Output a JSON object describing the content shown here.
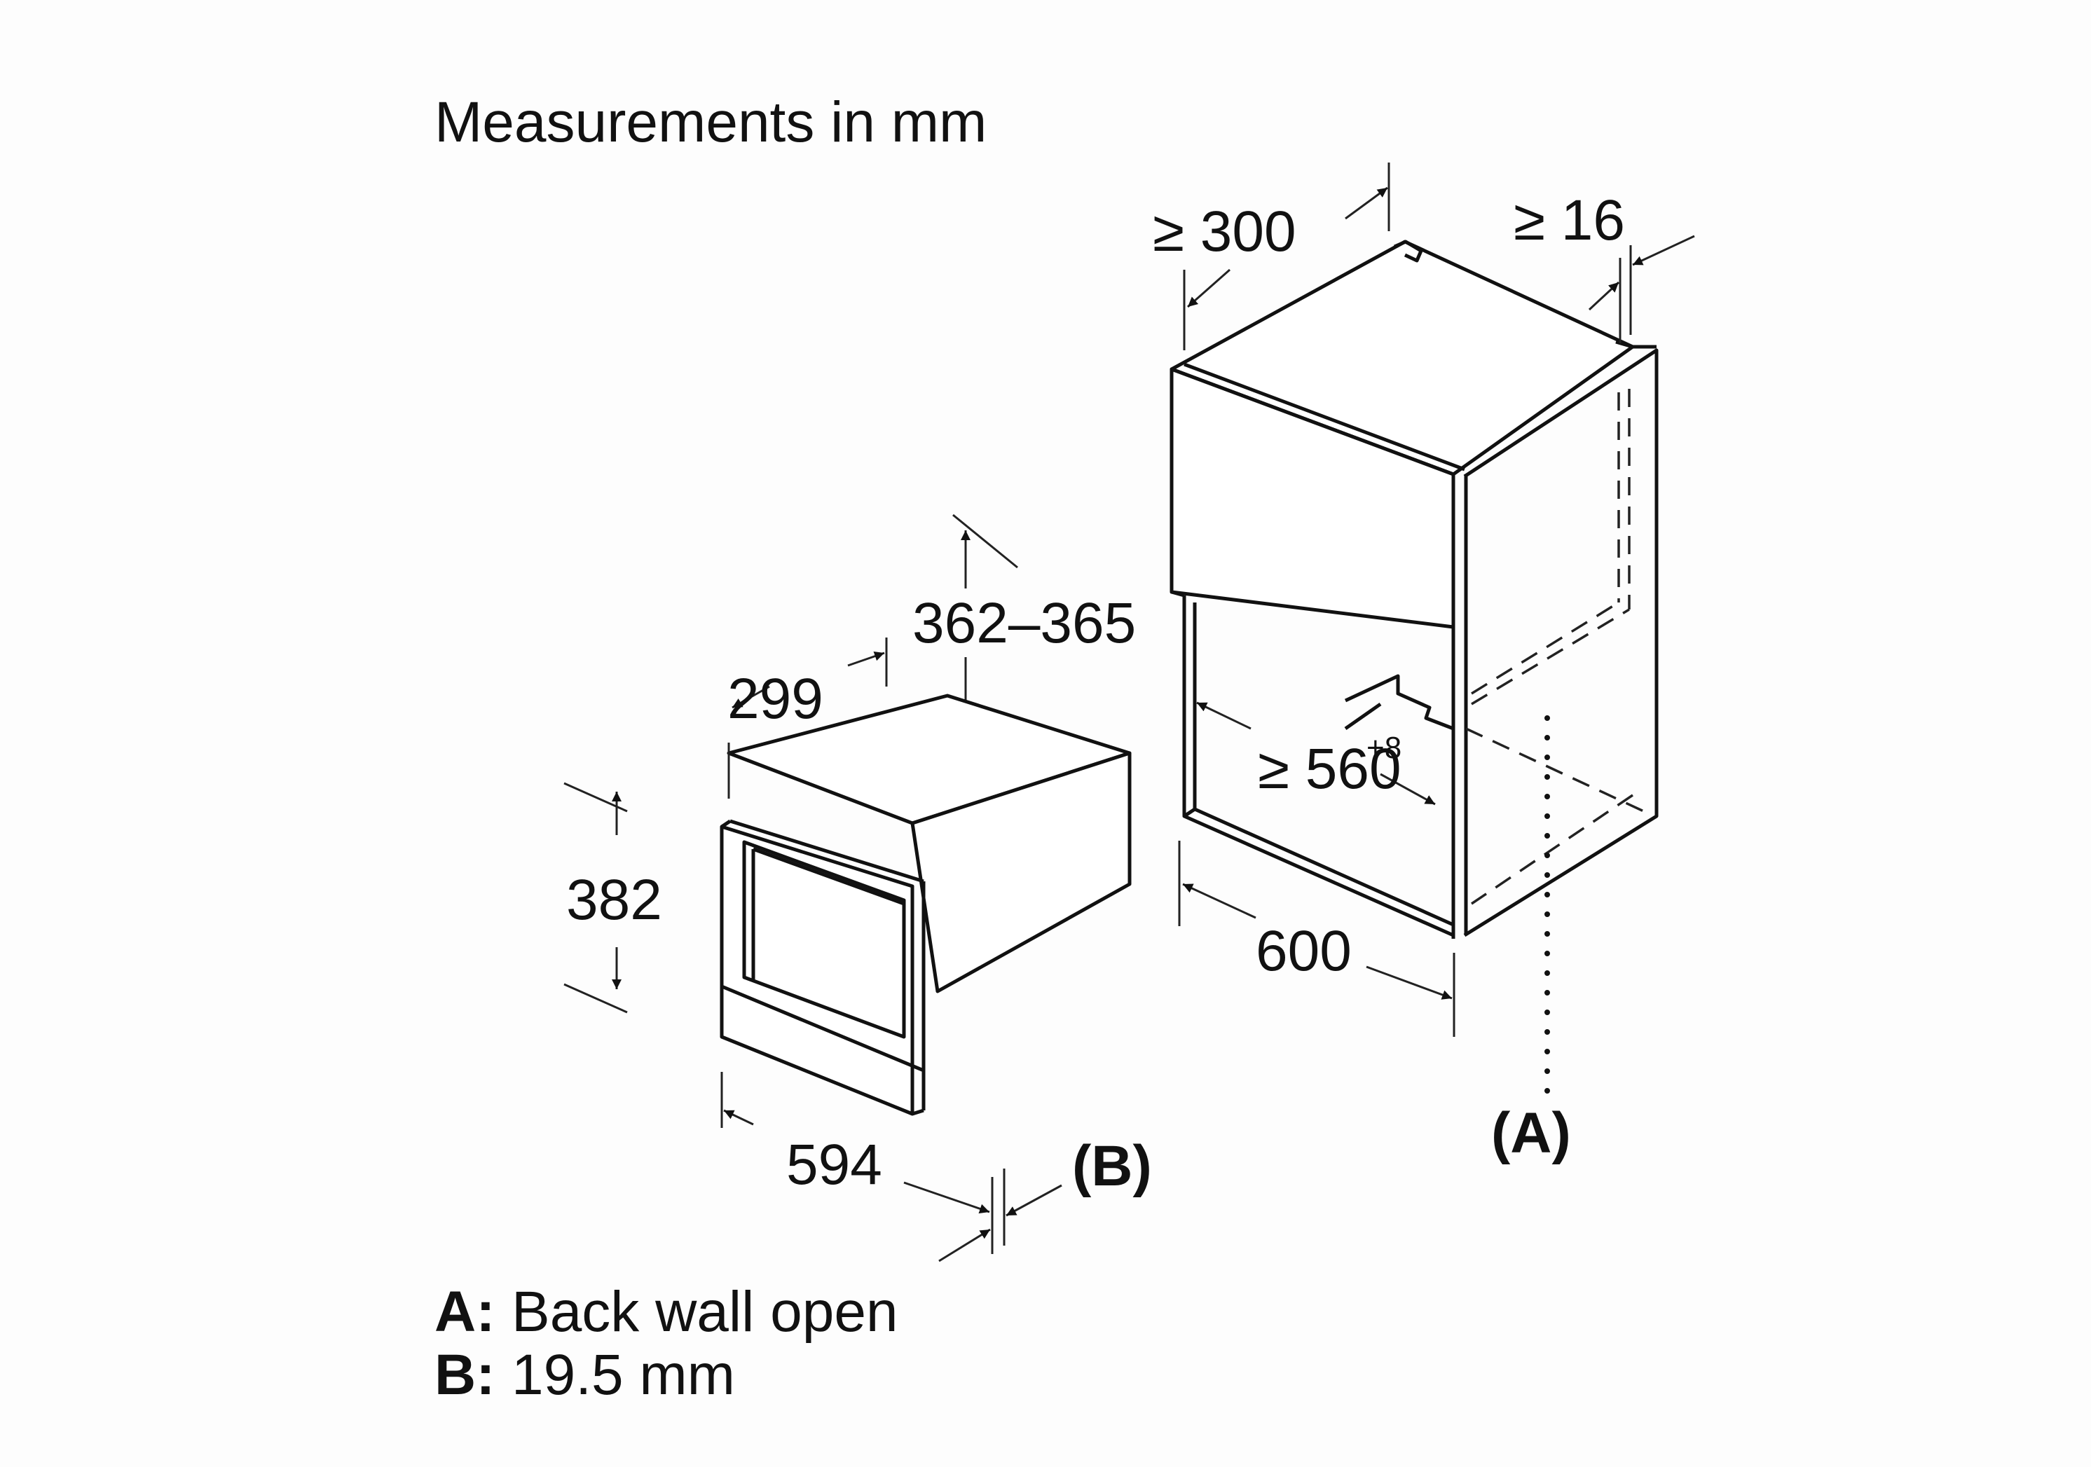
{
  "title": "Measurements in mm",
  "appliance": {
    "dimensions": {
      "depth": "299",
      "height": "382",
      "width": "594"
    },
    "callout_b": "(B)"
  },
  "niche": {
    "dimensions": {
      "rear_clearance": "≥ 300",
      "side_gap": "≥ 16",
      "opening_height": "362–365",
      "opening_width_prefix": "≥ 560",
      "opening_width_tolerance": "+8",
      "cabinet_width": "600"
    },
    "callout_a": "(A)"
  },
  "legend": [
    {
      "key": "A:",
      "text": "Back wall open"
    },
    {
      "key": "B:",
      "text": "19.5 mm"
    }
  ]
}
